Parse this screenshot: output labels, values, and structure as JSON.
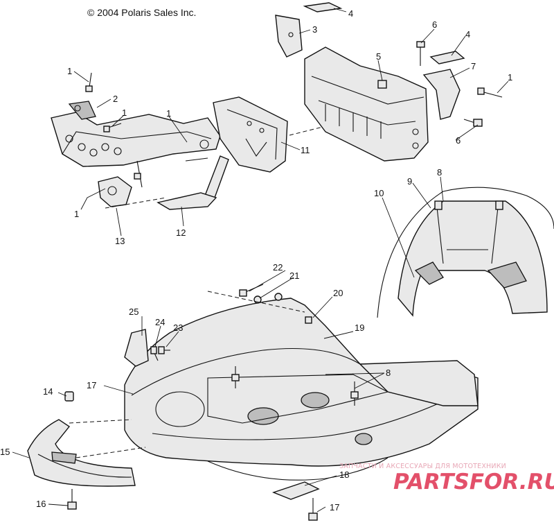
{
  "copyright": "© 2004 Polaris Sales Inc.",
  "watermark": {
    "tagline": "ЗАПЧАСТИ И АКСЕССУАРЫ ДЛЯ МОТОТЕХНИКИ",
    "logo_text": "PARTSFOR.RU",
    "color": "#e3506a"
  },
  "callouts": {
    "c1a": "1",
    "c1b": "1",
    "c1c": "1",
    "c1d": "1",
    "c1e": "1",
    "c2": "2",
    "c3": "3",
    "c4a": "4",
    "c4b": "4",
    "c5": "5",
    "c6a": "6",
    "c6b": "6",
    "c7": "7",
    "c8a": "8",
    "c8b": "8",
    "c9": "9",
    "c10": "10",
    "c11": "11",
    "c12": "12",
    "c13": "13",
    "c14": "14",
    "c15": "15",
    "c16": "16",
    "c17a": "17",
    "c17b": "17",
    "c18": "18",
    "c19": "19",
    "c20": "20",
    "c21": "21",
    "c22": "22",
    "c23": "23",
    "c24": "24",
    "c25": "25"
  }
}
